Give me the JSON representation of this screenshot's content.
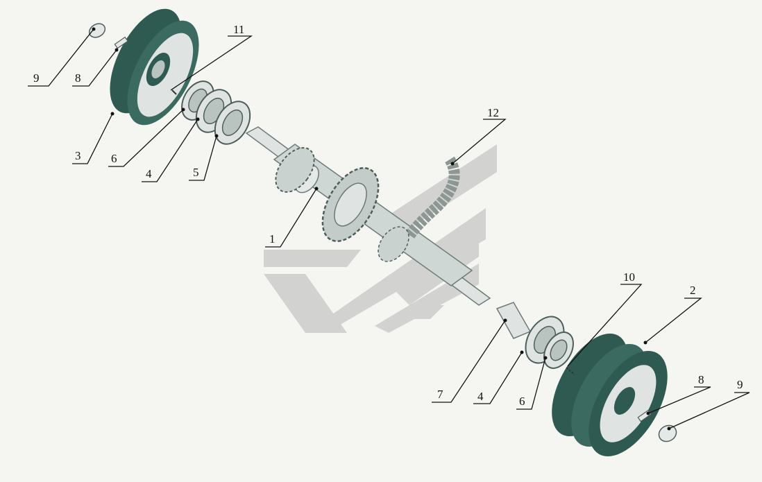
{
  "colors": {
    "background": "#f5f5f2",
    "part_light": "#dfe4e2",
    "part_mid": "#b9c3c0",
    "part_dark": "#2f5a52",
    "watermark": "#d2d2d0",
    "leader": "#111111"
  },
  "callouts": [
    {
      "id": "c9a",
      "label": "9"
    },
    {
      "id": "c8a",
      "label": "8"
    },
    {
      "id": "c11",
      "label": "11"
    },
    {
      "id": "c3",
      "label": "3"
    },
    {
      "id": "c6a",
      "label": "6"
    },
    {
      "id": "c4a",
      "label": "4"
    },
    {
      "id": "c5",
      "label": "5"
    },
    {
      "id": "c12",
      "label": "12"
    },
    {
      "id": "c1",
      "label": "1"
    },
    {
      "id": "c10",
      "label": "10"
    },
    {
      "id": "c2",
      "label": "2"
    },
    {
      "id": "c7",
      "label": "7"
    },
    {
      "id": "c4b",
      "label": "4"
    },
    {
      "id": "c6b",
      "label": "6"
    },
    {
      "id": "c8b",
      "label": "8"
    },
    {
      "id": "c9b",
      "label": "9"
    }
  ]
}
